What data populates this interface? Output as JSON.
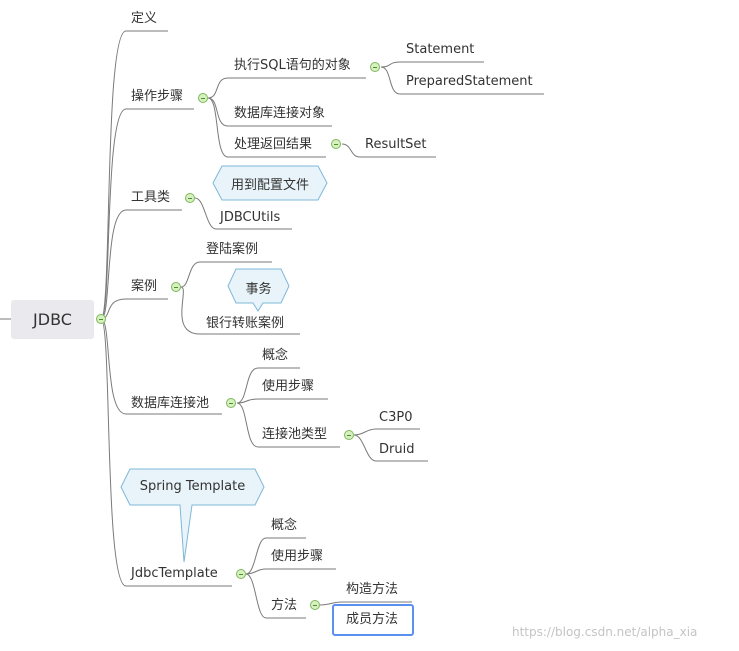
{
  "root": "JDBC",
  "branches": {
    "definition": "定义",
    "steps": {
      "label": "操作步骤",
      "exec_object": "执行SQL语句的对象",
      "statement": "Statement",
      "prepared_statement": "PreparedStatement",
      "connection_object": "数据库连接对象",
      "handle_result": "处理返回结果",
      "result_set": "ResultSet"
    },
    "utility": {
      "label": "工具类",
      "callout": "用到配置文件",
      "jdbc_utils": "JDBCUtils"
    },
    "cases": {
      "label": "案例",
      "login": "登陆案例",
      "callout": "事务",
      "transfer": "银行转账案例"
    },
    "pool": {
      "label": "数据库连接池",
      "concept": "概念",
      "usage": "使用步骤",
      "types": "连接池类型",
      "c3p0": "C3P0",
      "druid": "Druid"
    },
    "jdbc_template": {
      "label": "JdbcTemplate",
      "callout": "Spring Template",
      "concept": "概念",
      "usage": "使用步骤",
      "methods": "方法",
      "constructor": "构造方法",
      "member": "成员方法"
    }
  },
  "watermark": "https://blog.csdn.net/alpha_xia",
  "colors": {
    "line": "#7a7a7a",
    "root_fill": "#e9e9ee",
    "toggle_fill": "#d6f1bf",
    "toggle_border": "#7cb85a",
    "callout_fill": "#e8f4fa",
    "callout_border": "#7fb8d8",
    "selection": "#5b8ff0"
  }
}
